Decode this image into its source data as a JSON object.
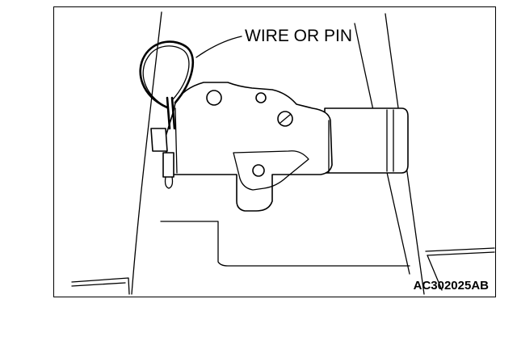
{
  "figure": {
    "callout_label": "WIRE OR PIN",
    "figure_code": "AC302025AB",
    "line_color": "#000000",
    "background_color": "#ffffff"
  },
  "parts": {
    "tensioner": "auto-tensioner-body",
    "retainer": "wire-or-pin-ring",
    "mounting_holes": 3
  }
}
